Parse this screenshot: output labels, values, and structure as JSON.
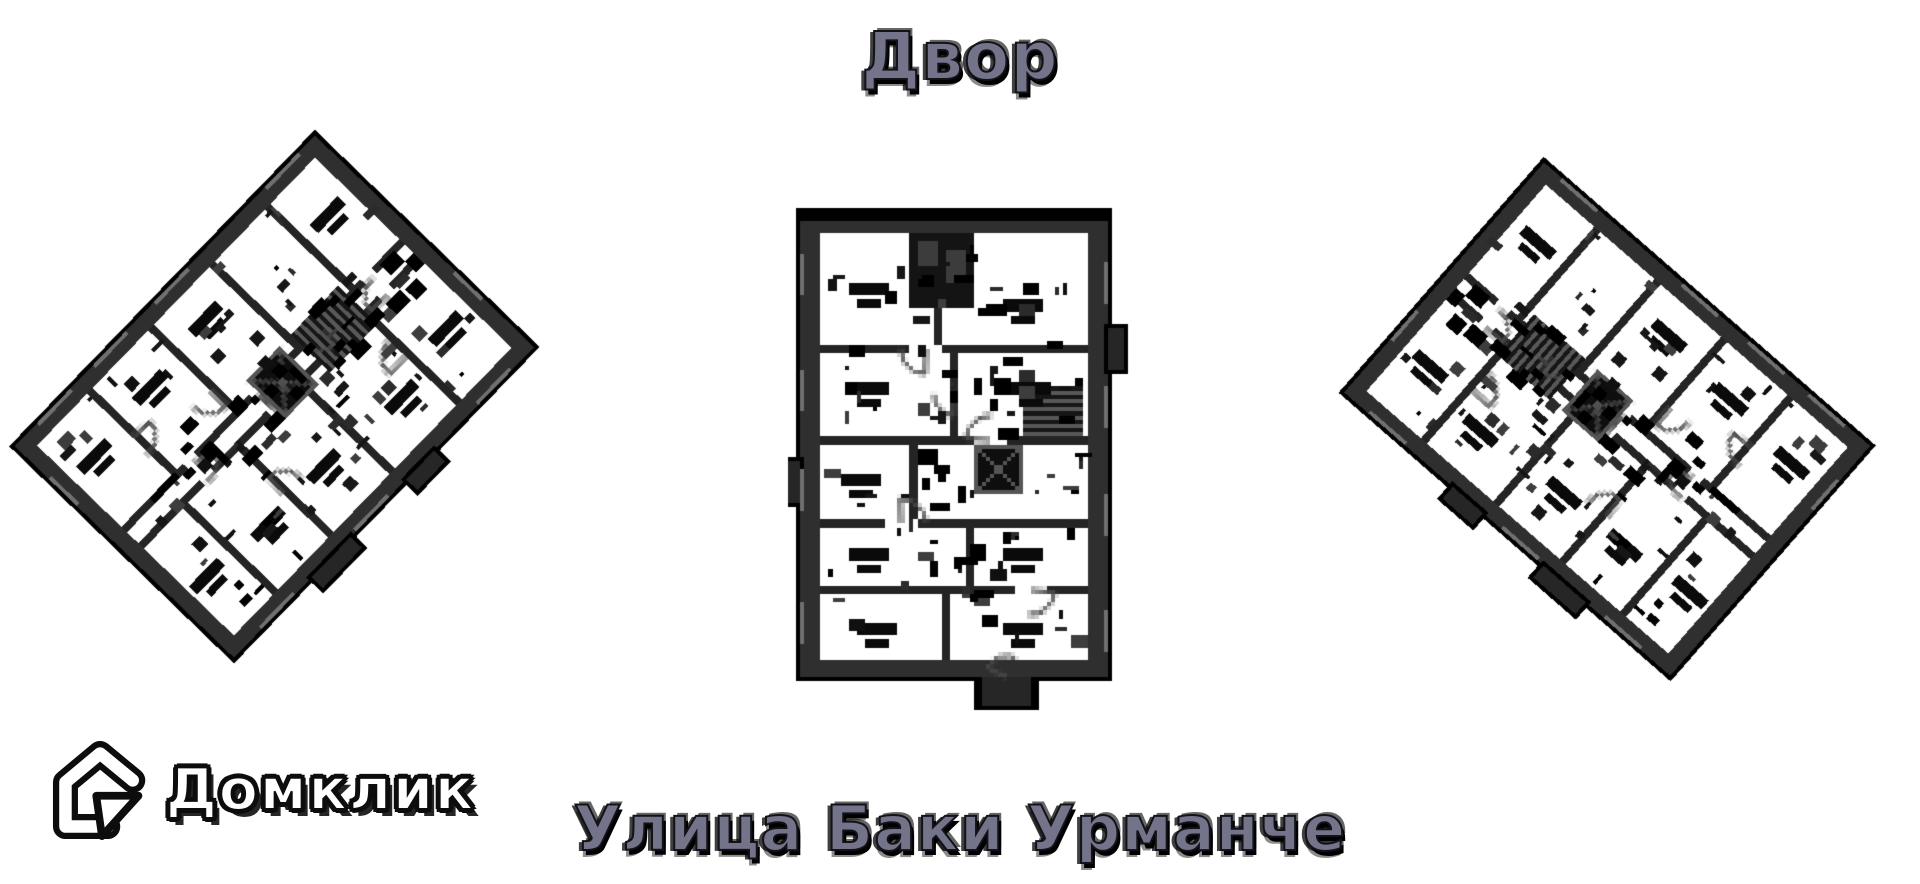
{
  "scene": {
    "type": "floor-plan-position-scheme",
    "background": "#ffffff"
  },
  "labels": {
    "courtyard": "Двор",
    "street": "Улица Баки Урманче"
  },
  "watermark": {
    "brand": "Домклик"
  },
  "colors": {
    "label_fill": "#73738a",
    "label_outline": "#121218",
    "plan_outline": "#000000",
    "plan_wall": "#2f2f2f",
    "plan_wall_dark": "#242424",
    "plan_room": "#ffffff",
    "plan_window": "#707070",
    "plan_fixture": "#4a4a4a",
    "plan_dark_fill": "#161616",
    "watermark_fill": "#ffffff",
    "watermark_outline": "#0d0d0d"
  },
  "floorplans": [
    {
      "id": "left-building-section",
      "rotation_deg": -46
    },
    {
      "id": "center-building-section",
      "rotation_deg": 0
    },
    {
      "id": "right-building-section",
      "rotation_deg": 41
    }
  ]
}
